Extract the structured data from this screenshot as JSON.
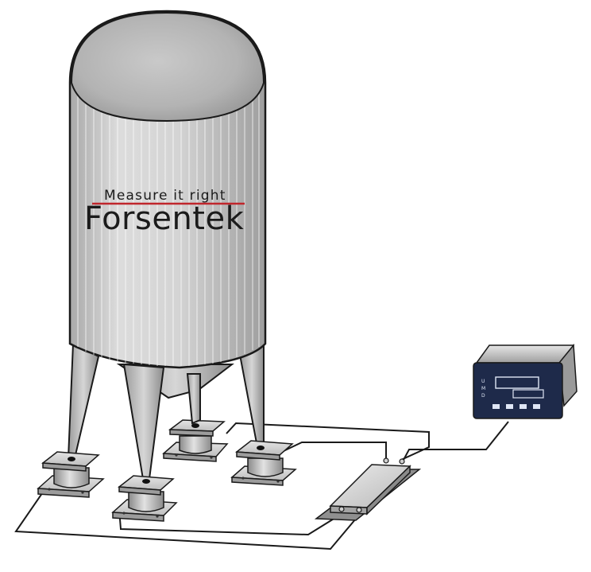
{
  "silo": {
    "tagline": "Measure it right",
    "brand": "Forsentek"
  },
  "indicator": {
    "side_letters": [
      "U",
      "M",
      "D"
    ]
  },
  "icons": {
    "silo": "silo-tank-icon",
    "load_cell": "load-cell-mount-icon",
    "junction_box": "junction-box-icon",
    "indicator": "weighing-indicator-icon"
  },
  "colors": {
    "tagline_underline": "#c0262c",
    "silo_body": "#d2d2d2",
    "indicator_panel": "#1e2a4a",
    "wires": "#1a1a1a"
  }
}
